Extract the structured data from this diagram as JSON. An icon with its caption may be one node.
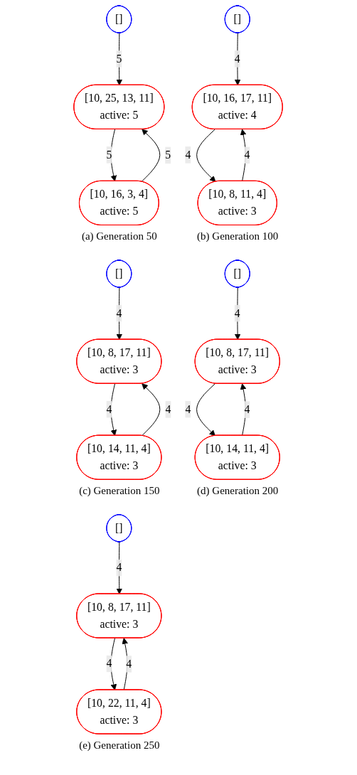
{
  "diagram": {
    "nodes": [
      {
        "text": [
          "[]"
        ]
      },
      {
        "text": [
          "[10, 25, 13, 11]",
          "active: 5"
        ]
      },
      {
        "text": [
          "[10, 16, 3, 4]",
          "active: 5"
        ]
      },
      {
        "text": [
          "[]"
        ]
      },
      {
        "text": [
          "[10, 16, 17, 11]",
          "active: 4"
        ]
      },
      {
        "text": [
          "[10, 8, 11, 4]",
          "active: 3"
        ]
      },
      {
        "text": [
          "[]"
        ]
      },
      {
        "text": [
          "[10, 8, 17, 11]",
          "active: 3"
        ]
      },
      {
        "text": [
          "[10, 14, 11, 4]",
          "active: 3"
        ]
      },
      {
        "text": [
          "[]"
        ]
      },
      {
        "text": [
          "[10, 8, 17, 11]",
          "active: 3"
        ]
      },
      {
        "text": [
          "[10, 14, 11, 4]",
          "active: 3"
        ]
      },
      {
        "text": [
          "[]"
        ]
      },
      {
        "text": [
          "[10, 8, 17, 11]",
          "active: 3"
        ]
      },
      {
        "text": [
          "[10, 22, 11, 4]",
          "active: 3"
        ]
      }
    ],
    "edges": [
      {
        "from": 0,
        "to": 1,
        "arrow": "to",
        "label": "5"
      },
      {
        "from": 1,
        "to": 2,
        "arrow": "to",
        "label": "5"
      },
      {
        "from": 2,
        "to": 1,
        "arrow": "to",
        "label": "5"
      },
      {
        "from": 3,
        "to": 4,
        "arrow": "to",
        "label": "4"
      },
      {
        "from": 4,
        "to": 5,
        "arrow": "to",
        "label": "4"
      },
      {
        "from": 5,
        "to": 4,
        "arrow": "to",
        "label": "4"
      },
      {
        "from": 6,
        "to": 7,
        "arrow": "to",
        "label": "4"
      },
      {
        "from": 7,
        "to": 8,
        "arrow": "to",
        "label": "4"
      },
      {
        "from": 8,
        "to": 7,
        "arrow": "to",
        "label": "4"
      },
      {
        "from": 9,
        "to": 10,
        "arrow": "to",
        "label": "4"
      },
      {
        "from": 10,
        "to": 11,
        "arrow": "to",
        "label": "4"
      },
      {
        "from": 11,
        "to": 10,
        "arrow": "to",
        "label": "4"
      },
      {
        "from": 12,
        "to": 13,
        "arrow": "to",
        "label": "4"
      },
      {
        "from": 13,
        "to": 14,
        "arrow": "to",
        "label": "4"
      },
      {
        "from": 14,
        "to": 13,
        "arrow": "to",
        "label": "4"
      }
    ],
    "labels": [
      "(a) Generation 50",
      "(b) Generation 100",
      "(c) Generation 150",
      "(d) Generation 200",
      "(e) Generation 250"
    ]
  }
}
